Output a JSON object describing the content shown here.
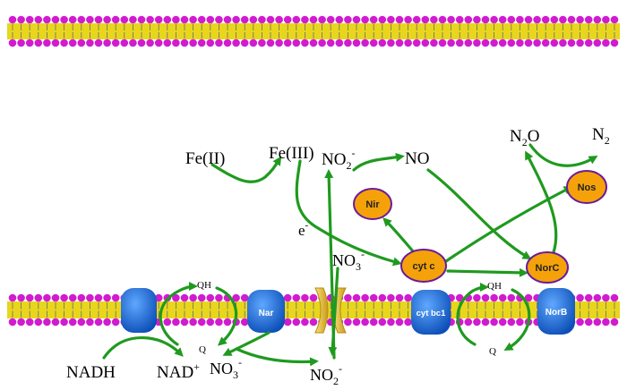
{
  "labels": {
    "fe2": "Fe(II)",
    "fe3": "Fe(III)",
    "no2_top": "NO",
    "no2_top_sub": "2",
    "no2_top_sup": "-",
    "no": "NO",
    "n2o_n": "N",
    "n2o_sub": "2",
    "n2o_o": "O",
    "n2_n": "N",
    "n2_sub": "2",
    "electron": "e",
    "electron_sup": "-",
    "no3_mid": "NO",
    "no3_mid_sub": "3",
    "no3_mid_sup": "-",
    "qh_left": "QH",
    "q_left": "Q",
    "qh_right": "QH",
    "q_right": "Q",
    "nadh": "NADH",
    "nad": "NAD",
    "nad_sup": "+",
    "no3_bottom": "NO",
    "no3_bottom_sub": "3",
    "no3_bottom_sup": "-",
    "no2_bottom": "NO",
    "no2_bottom_sub": "2",
    "no2_bottom_sup": "-"
  },
  "enzymes": {
    "nir": "Nir",
    "nos": "Nos",
    "cytc": "cyt c",
    "norc": "NorC",
    "nar": "Nar",
    "cytbc1": "cyt bc1",
    "norb": "NorB"
  },
  "colors": {
    "arrow": "#1f9a1f",
    "head_magenta": "#d11bd1",
    "tail_yellow": "#e8d61e",
    "protein_blue": "#1565d8",
    "enzyme_orange": "#f5a20a",
    "enzyme_border": "#6a1a9a",
    "porin_yellow": "#e8c23a"
  }
}
